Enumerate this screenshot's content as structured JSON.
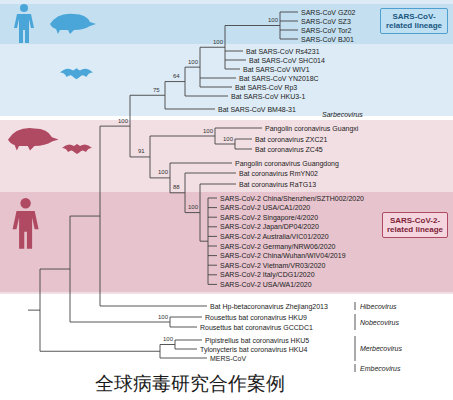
{
  "diagram": {
    "caption": "全球病毒研究合作案例",
    "nodes": [
      {
        "text": [
          "SARS-CoV-related lineage"
        ]
      },
      {
        "text": [
          "SARS-CoV-2-related lineage"
        ]
      }
    ],
    "labels": [
      "SARS-CoV GZ02",
      "SARS-CoV SZ3",
      "SARS-CoV Tor2",
      "SARS-CoV BJ01",
      "Bat SARS-CoV Rs4231",
      "Bat SARS-CoV SHC014",
      "Bat SARS-CoV WIV1",
      "Bat SARS-CoV YN2018C",
      "Bat SARS-CoV Rp3",
      "Bat SARS-CoV HKU3-1",
      "Bat SARS-CoV BM48-31",
      "Pangolin coronavirus Guangxi",
      "Bat coronavirus ZXC21",
      "Bat coronavirus ZC45",
      "Pangolin coronavirus Guangdong",
      "Bat coronavirus RmYN02",
      "Bat coronavirus RaTG13",
      "SARS-CoV-2 China/Shenzhen/SZTH002/2020",
      "SARS-CoV-2 USA/CA1/2020",
      "SARS-CoV-2 Singapore/4/2020",
      "SARS-CoV-2 Japan/DP04/2020",
      "SARS-CoV-2 Australia/VIC01/2020",
      "SARS-CoV-2 Germany/NRW06/2020",
      "SARS-CoV-2 China/Wuhan/WIV04/2019",
      "SARS-CoV-2 Vietnam/VR03/2020",
      "SARS-CoV-2 Italy/CDG1/2020",
      "SARS-CoV-2 USA/WA1/2020",
      "Bat Hp-betacoronavirus Zhejiang2013",
      "Rousettus bat coronavirus HKU9",
      "Rousettus bat coronavirus GCCDC1",
      "Pipistrellus bat coronavirus HKU5",
      "Tylonycteris bat coronavirus HKU4",
      "MERS-CoV",
      "Sarbecovirus",
      "Hibecovirus",
      "Nobecovirus",
      "Merbecovirus",
      "Embecovirus",
      "100",
      "100",
      "100",
      "64",
      "75",
      "100",
      "100",
      "100",
      "88",
      "100",
      "91",
      "100",
      "100",
      "100"
    ]
  }
}
